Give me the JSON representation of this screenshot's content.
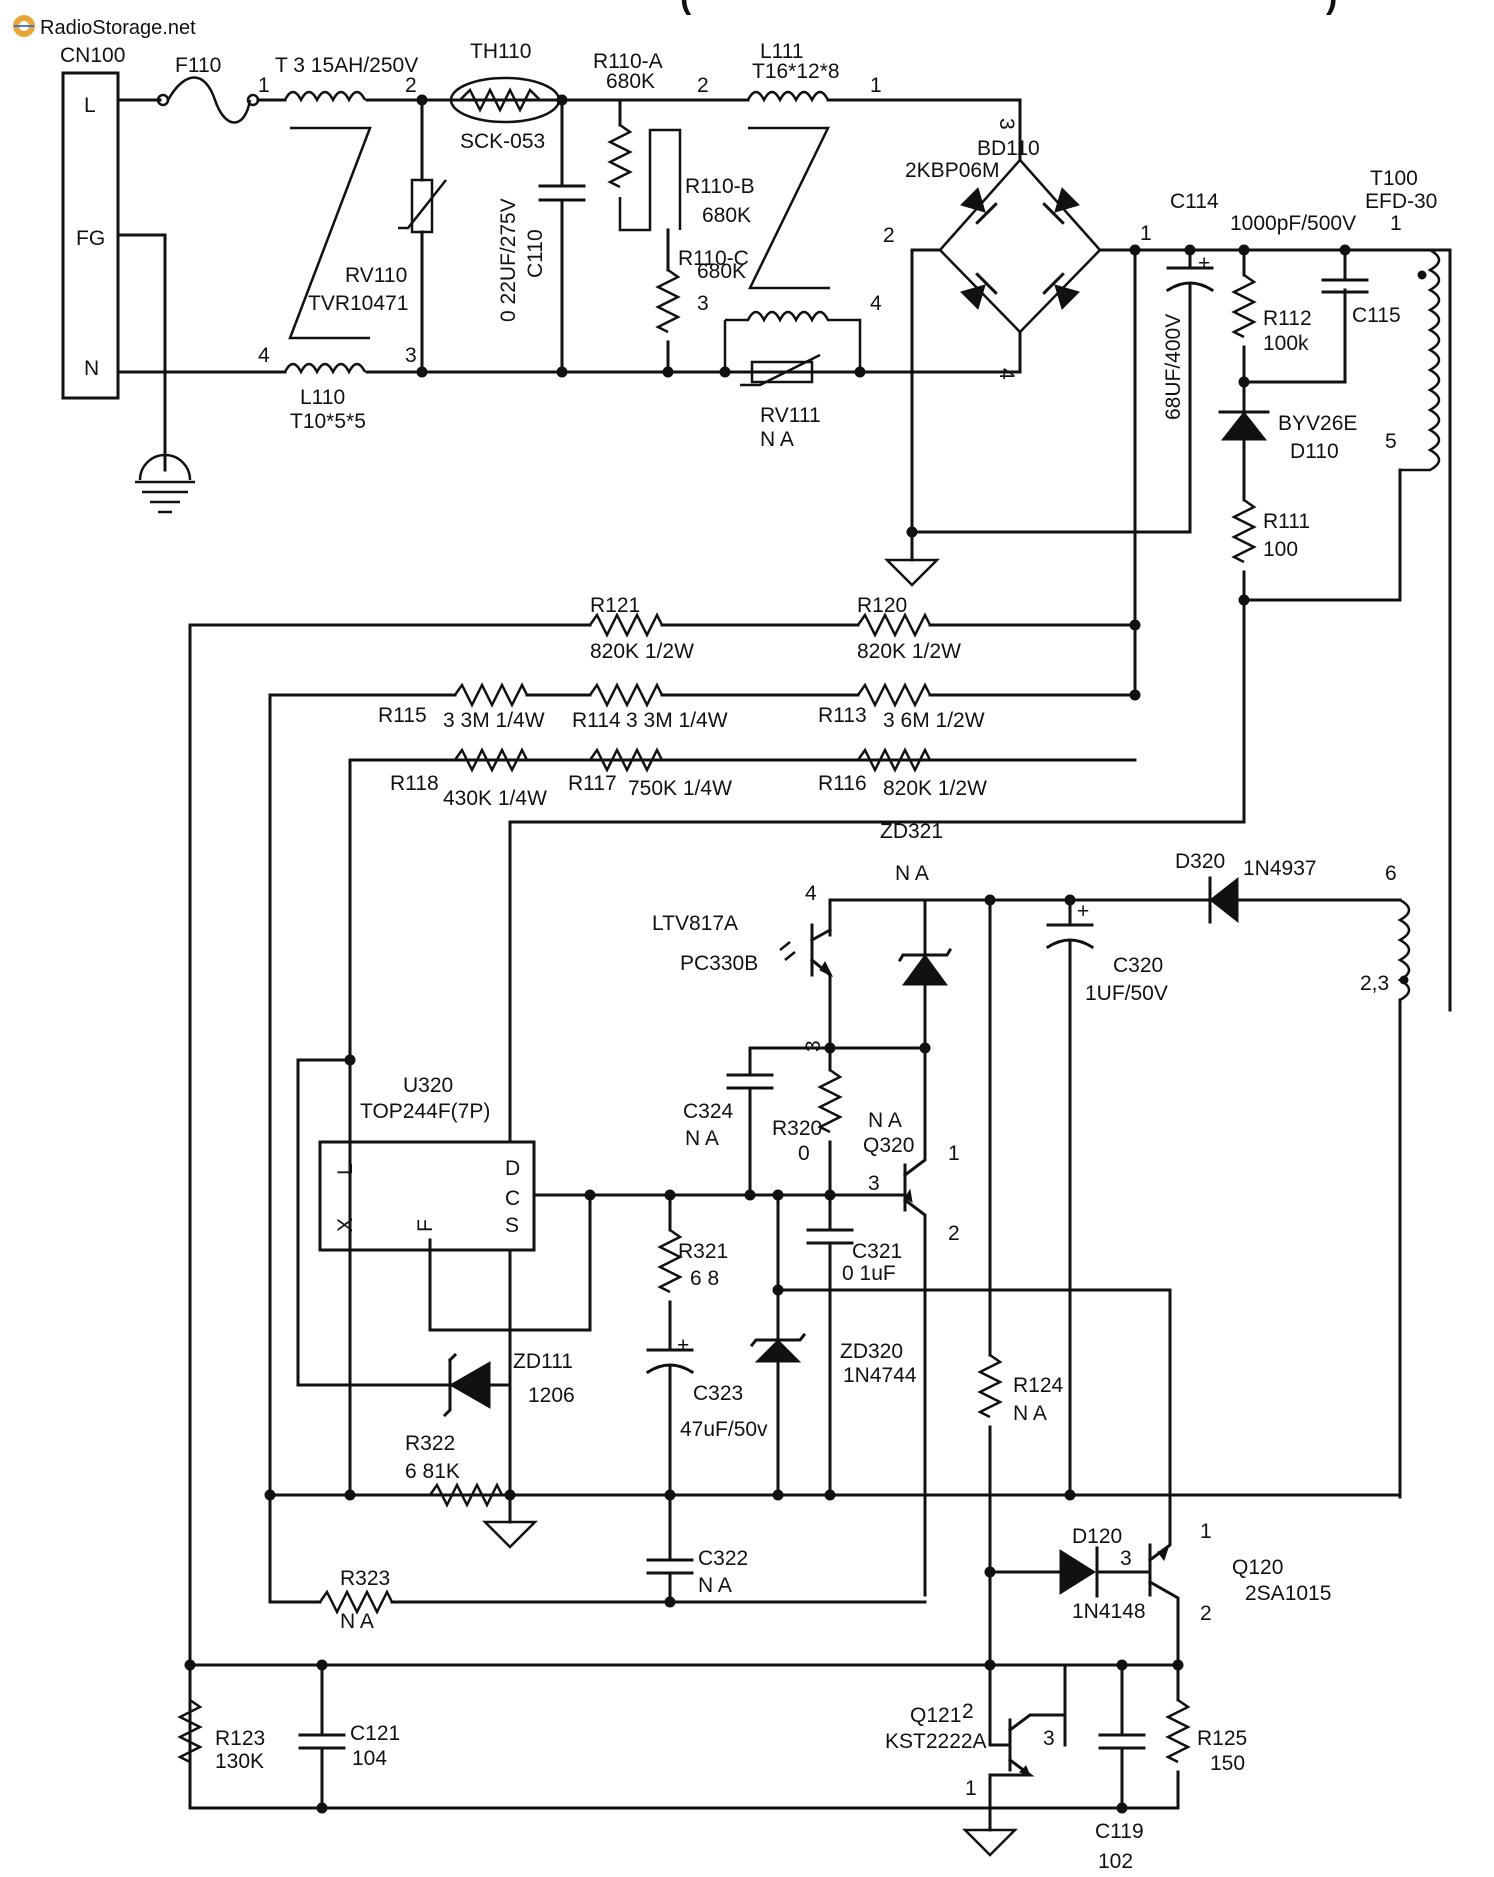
{
  "watermark": {
    "text": "RadioStorage.net"
  },
  "title_fragment": "(",
  "title_fragment_end": ")",
  "connector": {
    "ref": "CN100",
    "pins": [
      "L",
      "FG",
      "N"
    ]
  },
  "labels": {
    "F110": "F110",
    "T315": "T 3 15AH/250V",
    "TH110": "TH110",
    "SCK053": "SCK-053",
    "R110A": "R110-A",
    "R110A_v": "680K",
    "R110B": "R110-B",
    "R110B_v": "680K",
    "R110C": "R110-C",
    "R110C_v": "680K",
    "L111": "L111",
    "L111_v": "T16*12*8",
    "BD110": "BD110",
    "BD110_v": "2KBP06M",
    "C114": "C114",
    "C114_v": "1000pF/500V",
    "T100": "T100",
    "T100_v": "EFD-30",
    "RV110": "RV110",
    "RV110_v": "TVR10471",
    "C110_v": "0 22UF/275V",
    "C110": "C110",
    "L110": "L110",
    "L110_v": "T10*5*5",
    "RV111": "RV111",
    "RV111_v": "N A",
    "C68": "68UF/400V",
    "R112": "R112",
    "R112_v": "100k",
    "C115": "C115",
    "BYV26E": "BYV26E",
    "D110": "D110",
    "R111": "R111",
    "R111_v": "100",
    "R121": "R121",
    "R121_v": "820K 1/2W",
    "R120": "R120",
    "R120_v": "820K 1/2W",
    "R115": "R115",
    "R115_v": "3 3M 1/4W",
    "R114": "R114",
    "R114_v": "3 3M 1/4W",
    "R113": "R113",
    "R113_v": "3 6M 1/2W",
    "R118": "R118",
    "R118_v": "430K 1/4W",
    "R117": "R117",
    "R117_v": "750K 1/4W",
    "R116": "R116",
    "R116_v": "820K 1/2W",
    "ZD321": "ZD321",
    "ZD321_v": "N A",
    "D320": "D320",
    "D320_v": "1N4937",
    "LTV817A": "LTV817A",
    "PC330B": "PC330B",
    "C320": "C320",
    "C320_v": "1UF/50V",
    "U320": "U320",
    "U320_v": "TOP244F(7P)",
    "C324": "C324",
    "C324_v": "N A",
    "R320": "R320",
    "R320_v": "0",
    "Q320_na": "N A",
    "Q320": "Q320",
    "R321": "R321",
    "R321_v": "6 8",
    "C321": "C321",
    "C321_v": "0 1uF",
    "ZD111": "ZD111",
    "ZD111_v": "1206",
    "ZD320": "ZD320",
    "ZD320_v": "1N4744",
    "C323": "C323",
    "C323_v": "47uF/50v",
    "R124": "R124",
    "R124_v": "N A",
    "R322": "R322",
    "R322_v": "6 81K",
    "C322": "C322",
    "C322_v": "N A",
    "R323": "R323",
    "R323_v": "N A",
    "D120": "D120",
    "D120_v": "1N4148",
    "Q120": "Q120",
    "Q120_v": "2SA1015",
    "Q121": "Q121",
    "Q121_v": "KST2222A",
    "R123": "R123",
    "R123_v": "130K",
    "C121": "C121",
    "C121_v": "104",
    "R125": "R125",
    "R125_v": "150",
    "C119": "C119",
    "C119_v": "102"
  },
  "ic_pins": {
    "L": "L",
    "X": "X",
    "F": "F",
    "D": "D",
    "C": "C",
    "S": "S"
  },
  "pin_numbers": {
    "n1": "1",
    "n2": "2",
    "n3": "3",
    "n4": "4",
    "n5": "5",
    "n6": "6",
    "n23": "2,3",
    "plus": "+"
  }
}
